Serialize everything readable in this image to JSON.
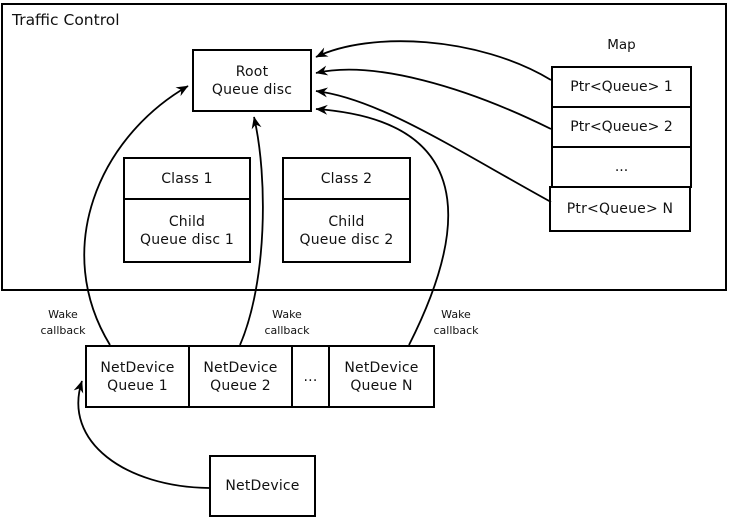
{
  "title": "Traffic Control",
  "root": {
    "line1": "Root",
    "line2": "Queue disc"
  },
  "classes": [
    {
      "header": "Class 1",
      "child_line1": "Child",
      "child_line2": "Queue disc 1"
    },
    {
      "header": "Class 2",
      "child_line1": "Child",
      "child_line2": "Queue disc 2"
    }
  ],
  "map": {
    "label": "Map",
    "rows": [
      "Ptr<Queue> 1",
      "Ptr<Queue> 2",
      "...",
      "Ptr<Queue> N"
    ]
  },
  "device_queue_row": {
    "cells": [
      {
        "line1": "NetDevice",
        "line2": "Queue 1"
      },
      {
        "line1": "NetDevice",
        "line2": "Queue 2"
      },
      {
        "line1": "...",
        "line2": ""
      },
      {
        "line1": "NetDevice",
        "line2": "Queue N"
      }
    ]
  },
  "wake_labels": [
    {
      "line1": "Wake",
      "line2": "callback"
    },
    {
      "line1": "Wake",
      "line2": "callback"
    },
    {
      "line1": "Wake",
      "line2": "callback"
    }
  ],
  "netdevice_label": "NetDevice",
  "colors": {
    "stroke": "#000000",
    "background": "#ffffff",
    "text": "#111111"
  }
}
